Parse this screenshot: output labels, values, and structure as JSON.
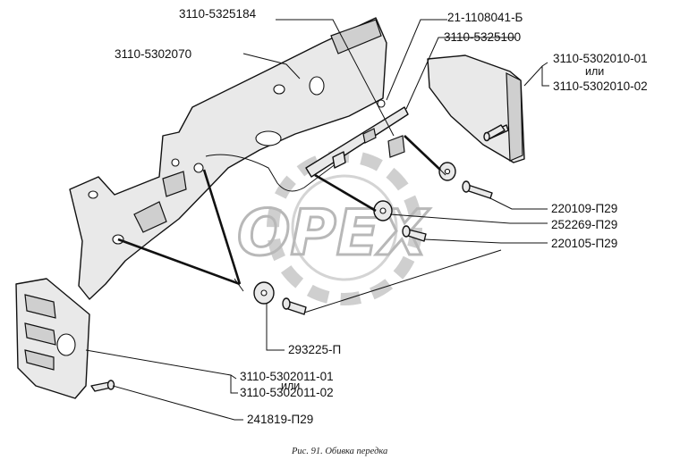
{
  "watermark": "OPEX",
  "caption": "Рис. 91. Обивка передка",
  "labels": {
    "p1": "3110-5325184",
    "p2": "21-1108041-Б",
    "p3": "3110-5325100",
    "p4": "3110-5302070",
    "p5a": "3110-5302010-01",
    "p5_or": "или",
    "p5b": "3110-5302010-02",
    "p6": "220109-П29",
    "p7": "252269-П29",
    "p8": "220105-П29",
    "p9": "293225-П",
    "p10a": "3110-5302011-01",
    "p10_or": "или",
    "p10b": "3110-5302011-02",
    "p11": "241819-П29"
  }
}
